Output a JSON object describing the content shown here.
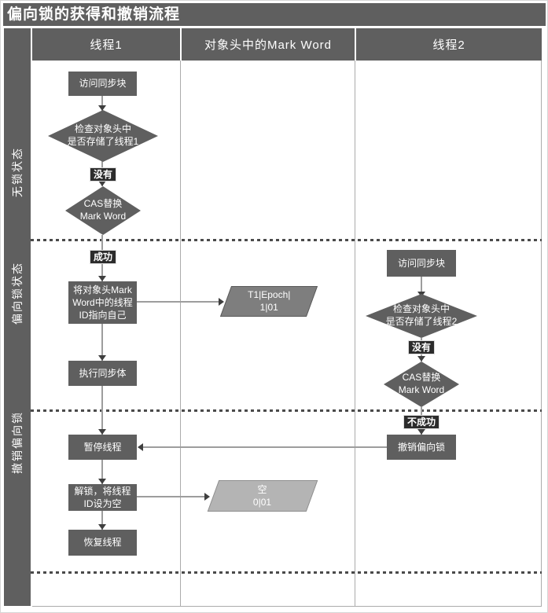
{
  "title": "偏向锁的获得和撤销流程",
  "lane_headers": [
    "线程1",
    "对象头中的Mark Word",
    "线程2"
  ],
  "section_labels": [
    "无锁状态",
    "偏向锁状态",
    "撤销偏向锁"
  ],
  "thread1": {
    "access": "访问同步块",
    "check": "检查对象头中\n是否存储了线程1",
    "no_label": "没有",
    "cas": "CAS替换\nMark Word",
    "success_label": "成功",
    "set_id": "将对象头Mark\nWord中的线程\nID指向自己",
    "execute": "执行同步体",
    "pause": "暂停线程",
    "unlock": "解锁，将线程\nID设为空",
    "resume": "恢复线程"
  },
  "markword": {
    "biased": "T1|Epoch|\n1|01",
    "empty": "空\n0|01"
  },
  "thread2": {
    "access": "访问同步块",
    "check": "检查对象头中\n是否存储了线程2",
    "no_label": "没有",
    "cas": "CAS替换\nMark Word",
    "fail_label": "不成功",
    "revoke": "撤销偏向锁"
  },
  "colors": {
    "shape_gray": "#5f5f5f",
    "badge_dark": "#2c2c2c",
    "markword_biased": "#7e7e7e",
    "markword_empty": "#b4b4b4"
  }
}
